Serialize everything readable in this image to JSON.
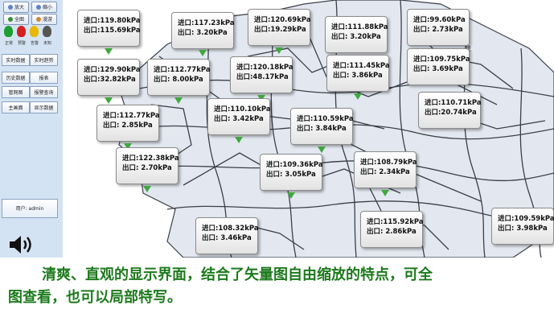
{
  "sidebar": {
    "top_buttons": [
      "放大",
      "缩小",
      "全图",
      "漫游"
    ],
    "status_lamps": [
      {
        "label": "正常",
        "color": "#1e9e2e"
      },
      {
        "label": "预警",
        "color": "#d42020"
      },
      {
        "label": "告警",
        "color": "#e8b800"
      },
      {
        "label": "未知",
        "color": "#555555"
      }
    ],
    "menu": [
      "实时数据",
      "实时趋势",
      "历史数据",
      "报表",
      "管网图",
      "报警查询",
      "主画面",
      "显示数据"
    ],
    "user_label": "用户: admin"
  },
  "stations": [
    {
      "inlet": "进口:119.80kPa",
      "outlet": "出口:115.69kPa"
    },
    {
      "inlet": "进口:117.23kPa",
      "outlet": "出口: 3.20kPa"
    },
    {
      "inlet": "进口:120.69kPa",
      "outlet": "出口:19.29kPa"
    },
    {
      "inlet": "进口:111.88kPa",
      "outlet": "出口: 3.20kPa"
    },
    {
      "inlet": "进口:99.60kPa",
      "outlet": "出口: 2.73kPa"
    },
    {
      "inlet": "进口:129.90kPa",
      "outlet": "出口:32.82kPa"
    },
    {
      "inlet": "进口:112.77kPa",
      "outlet": "出口: 8.00kPa"
    },
    {
      "inlet": "进口:120.18kPa",
      "outlet": "出口:48.17kPa"
    },
    {
      "inlet": "进口:111.45kPa",
      "outlet": "出口: 3.86kPa"
    },
    {
      "inlet": "进口:109.75kPa",
      "outlet": "出口: 3.69kPa"
    },
    {
      "inlet": "进口:112.77kPa",
      "outlet": "出口: 2.85kPa"
    },
    {
      "inlet": "进口:110.10kPa",
      "outlet": "出口: 3.42kPa"
    },
    {
      "inlet": "进口:110.59kPa",
      "outlet": "出口: 3.84kPa"
    },
    {
      "inlet": "进口:110.71kPa",
      "outlet": "出口:20.74kPa"
    },
    {
      "inlet": "进口:122.38kPa",
      "outlet": "出口: 2.70kPa"
    },
    {
      "inlet": "进口:109.36kPa",
      "outlet": "出口: 3.05kPa"
    },
    {
      "inlet": "进口:108.79kPa",
      "outlet": "出口: 2.34kPa"
    },
    {
      "inlet": "进口:108.32kPa",
      "outlet": "出口: 3.46kPa"
    },
    {
      "inlet": "进口:115.92kPa",
      "outlet": "出口: 2.86kPa"
    },
    {
      "inlet": "进口:109.59kPa",
      "outlet": "出口: 3.98kPa"
    }
  ],
  "map_label": "茂",
  "caption": {
    "line1": "清爽、直观的显示界面，结合了矢量图自由缩放的特点，可全",
    "line2": "图查看，也可以局部特写。"
  },
  "colors": {
    "marker": "#3fa83f",
    "caption": "#1d7a1d",
    "map_fill": "#e3e8f0",
    "road": "#3a3f4a"
  }
}
